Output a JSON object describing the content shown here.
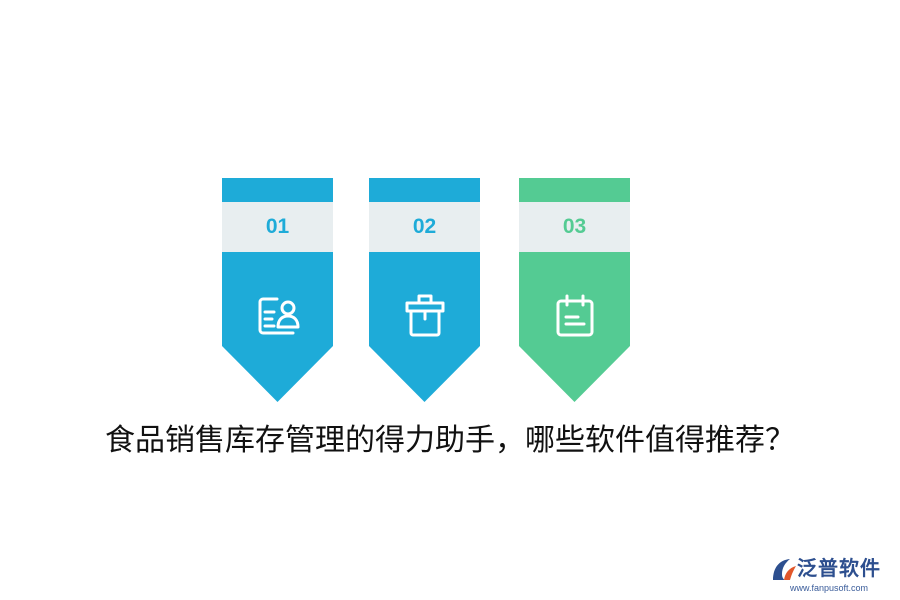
{
  "steps": [
    {
      "number": "01",
      "icon": "user-card-icon",
      "color": "#1eabd8",
      "band_color": "#e8eef0"
    },
    {
      "number": "02",
      "icon": "box-icon",
      "color": "#1eabd8",
      "band_color": "#e8eef0"
    },
    {
      "number": "03",
      "icon": "calendar-icon",
      "color": "#54cb93",
      "band_color": "#e8eef0"
    }
  ],
  "headline": "食品销售库存管理的得力助手，哪些软件值得推荐？",
  "logo": {
    "name": "泛普软件",
    "url": "www.fanpusoft.com",
    "color": "#2d4f8f",
    "accent": "#e2572b"
  }
}
